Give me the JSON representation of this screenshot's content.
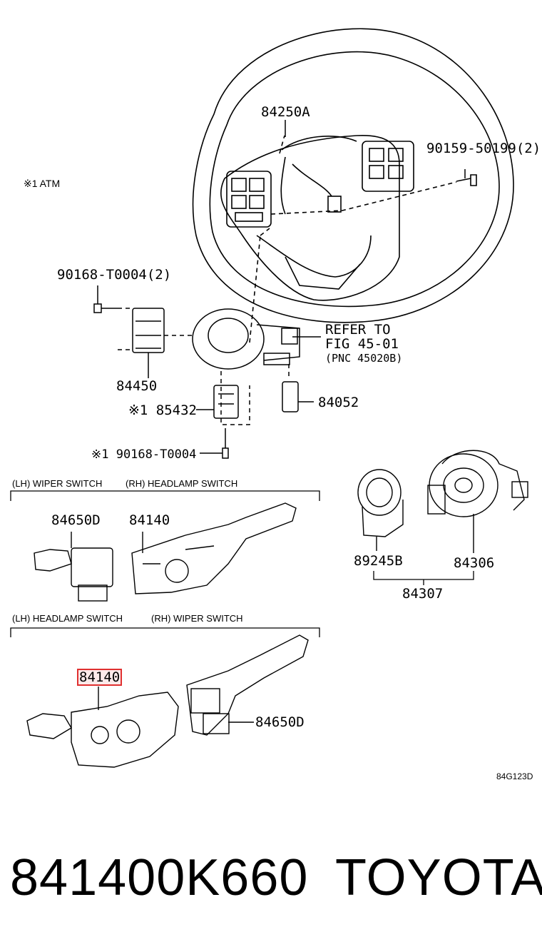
{
  "diagram": {
    "labels": {
      "atm_note": "※1 ATM",
      "p84250A": "84250A",
      "p90159": "90159-50199(2)",
      "p90168_2": "90168-T0004(2)",
      "refer1": "REFER TO",
      "refer2": "FIG 45-01",
      "refer3": "(PNC 45020B)",
      "p84450": "84450",
      "p85432": "※1 85432",
      "p84052": "84052",
      "p90168": "※1 90168-T0004",
      "p84650D_top": "84650D",
      "p84140_top": "84140",
      "p89245B": "89245B",
      "p84306": "84306",
      "p84307": "84307",
      "p84140_bottom": "84140",
      "p84650D_bottom": "84650D",
      "fig_code": "84G123D"
    },
    "sections": {
      "top_lh": "(LH) WIPER SWITCH",
      "top_rh": "(RH) HEADLAMP SWITCH",
      "bottom_lh": "(LH) HEADLAMP SWITCH",
      "bottom_rh": "(RH) WIPER SWITCH"
    },
    "highlight_color": "#e03030"
  },
  "footer": {
    "part_number": "841400K660",
    "brand": "TOYOTA"
  }
}
